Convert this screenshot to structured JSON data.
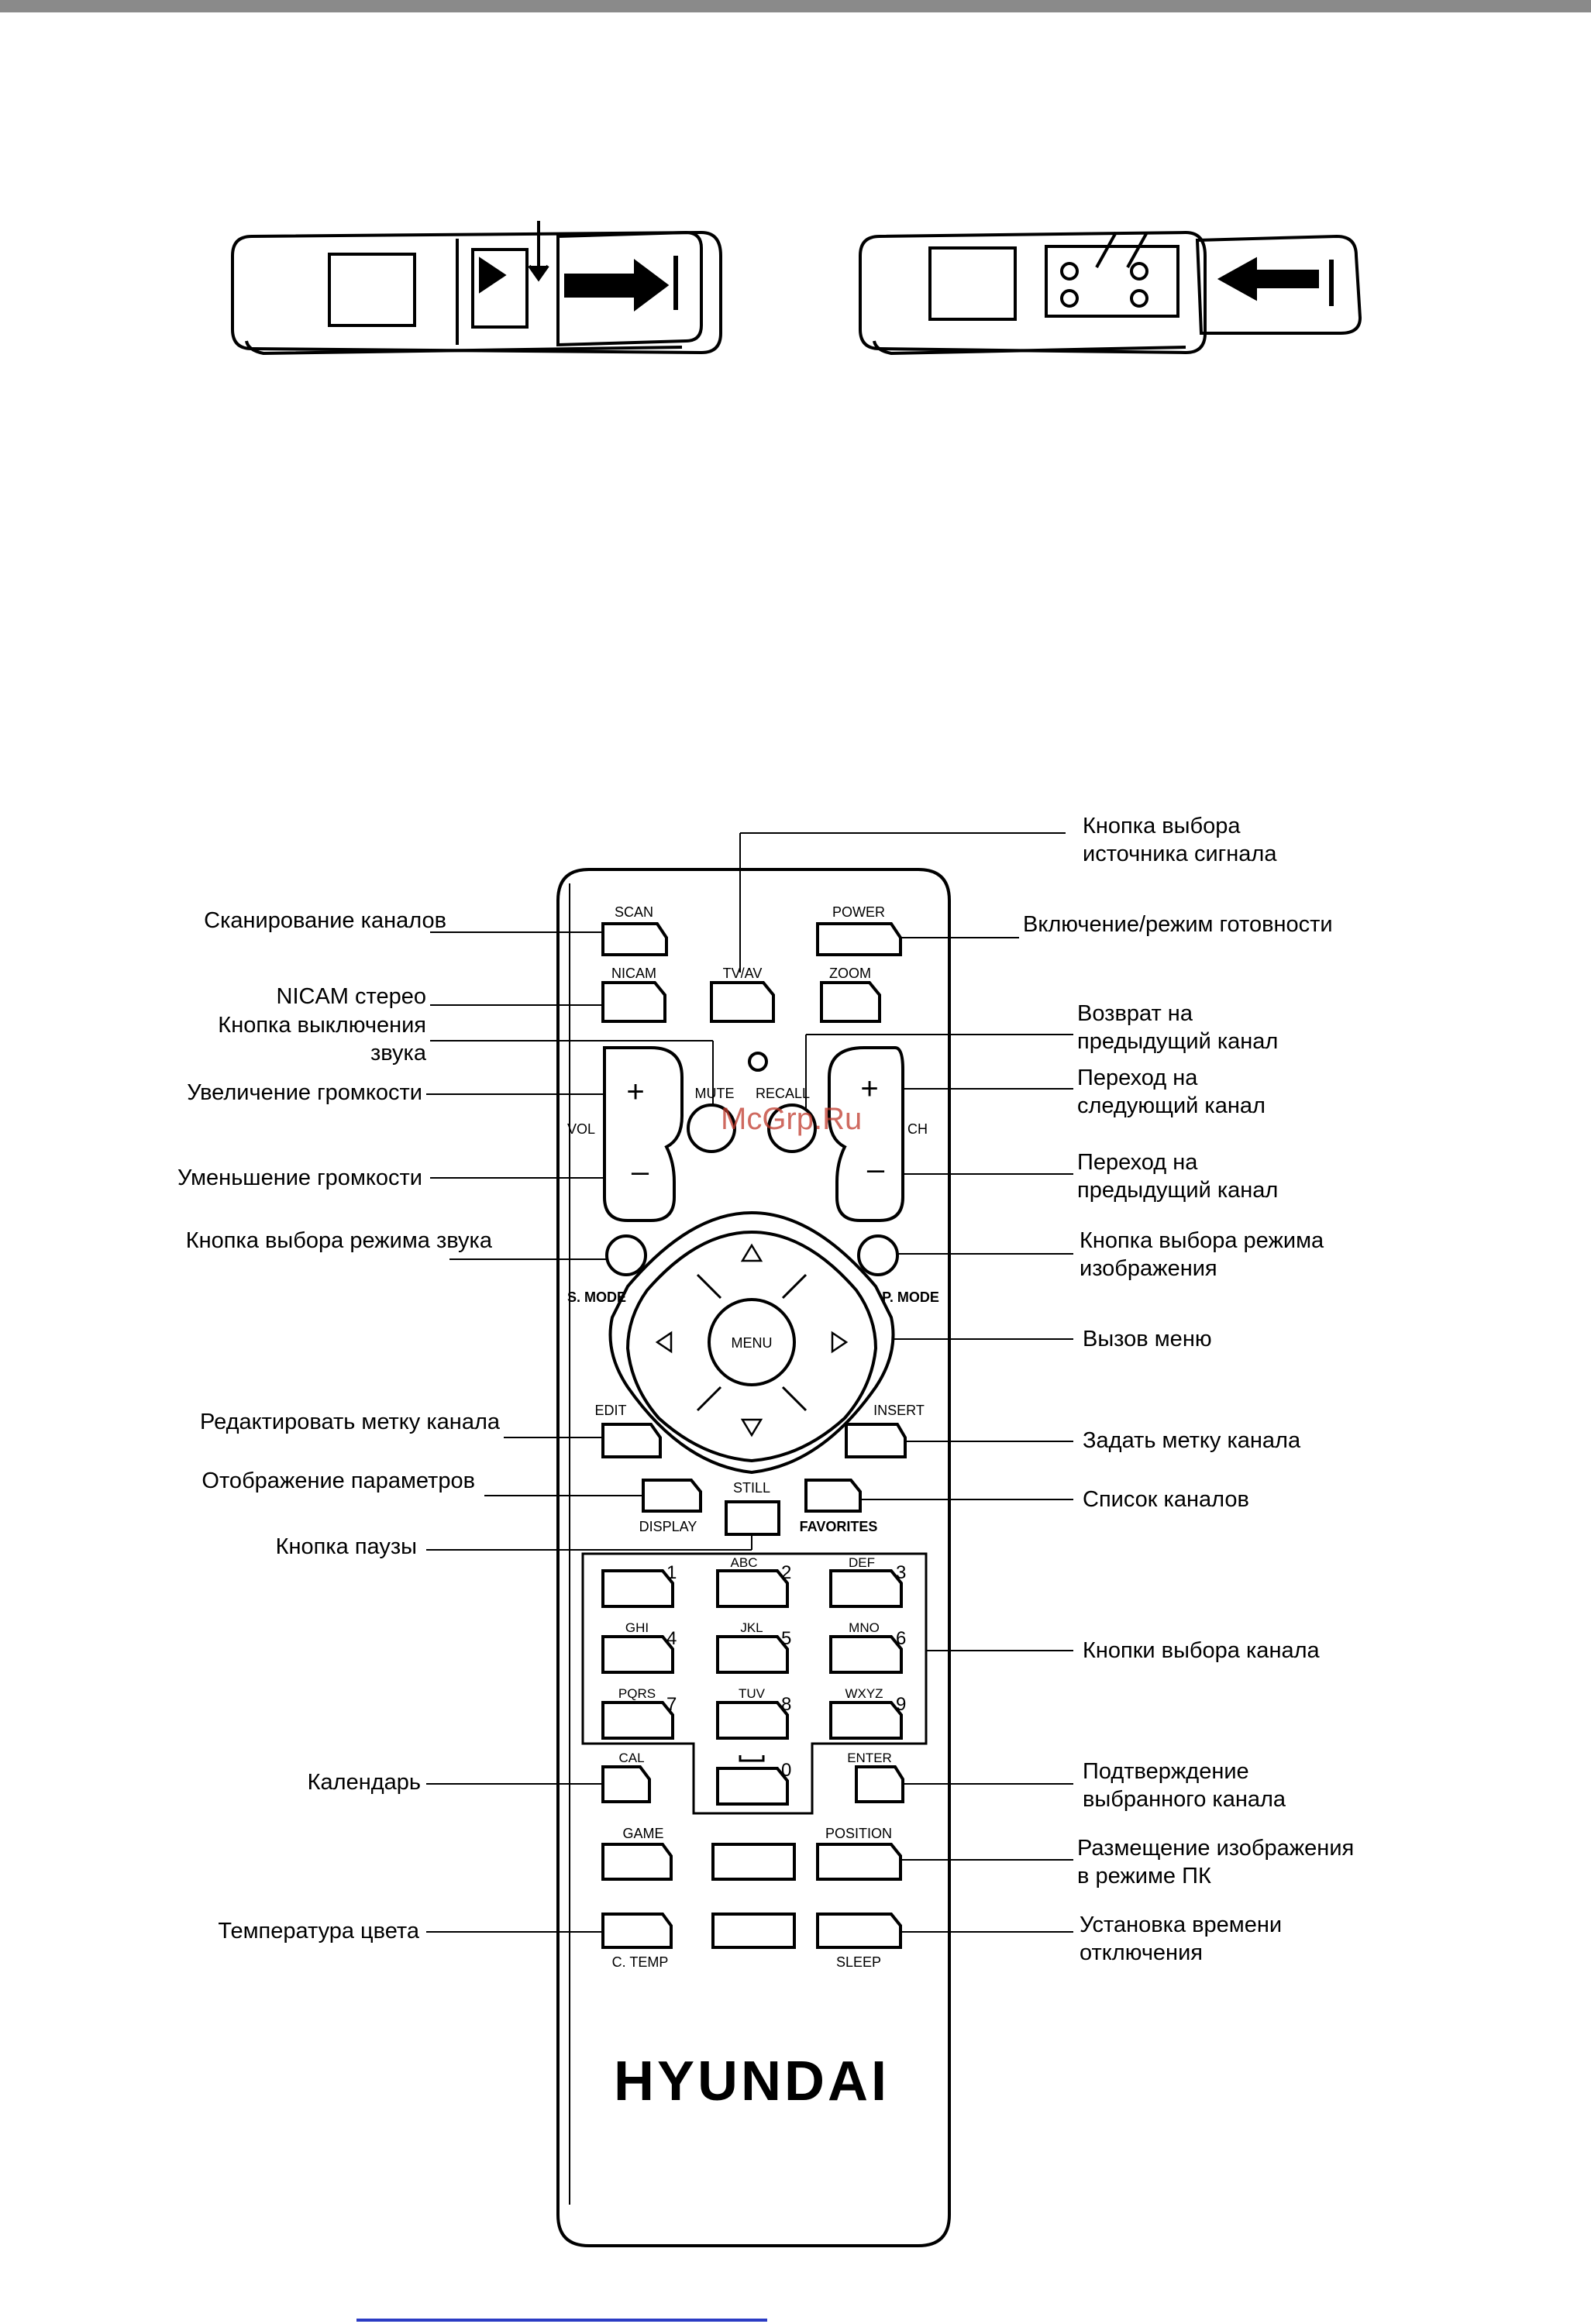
{
  "remote": {
    "buttons": {
      "scan": "SCAN",
      "tv_av": "TV/AV",
      "power": "POWER",
      "nicam": "NICAM",
      "zoom": "ZOOM",
      "mute": "MUTE",
      "recall": "RECALL",
      "vol": "VOL",
      "ch": "CH",
      "plus": "+",
      "minus": "–",
      "s_mode": "S. MODE",
      "p_mode": "P. MODE",
      "menu": "MENU",
      "edit": "EDIT",
      "insert": "INSERT",
      "display": "DISPLAY",
      "still": "STILL",
      "favorites": "FAVORITES",
      "abc": "ABC",
      "def": "DEF",
      "ghi": "GHI",
      "jkl": "JKL",
      "mno": "MNO",
      "pqrs": "PQRS",
      "tuv": "TUV",
      "wxyz": "WXYZ",
      "cal": "CAL",
      "enter": "ENTER",
      "game": "GAME",
      "position": "POSITION",
      "c_temp": "C. TEMP",
      "sleep": "SLEEP"
    },
    "digits": [
      "1",
      "2",
      "3",
      "4",
      "5",
      "6",
      "7",
      "8",
      "9",
      "0"
    ],
    "brand": "HYUNDAI"
  },
  "labels": {
    "source": "Кнопка выбора\nисточника сигнала",
    "scan": "Сканирование каналов",
    "power": "Включение/режим готовности",
    "nicam": "NICAM стерео",
    "mute": "Кнопка выключения\nзвука",
    "recall": "Возврат на\nпредыдущий канал",
    "vol_up": "Увеличение громкости",
    "ch_up": "Переход на\nследующий канал",
    "vol_down": "Уменьшение громкости",
    "ch_down": "Переход на\nпредыдущий канал",
    "s_mode": "Кнопка выбора режима звука",
    "p_mode": "Кнопка выбора режима\nизображения",
    "menu": "Вызов меню",
    "edit": "Редактировать метку канала",
    "insert": "Задать метку канала",
    "display": "Отображение параметров",
    "favorites": "Список каналов",
    "still": "Кнопка паузы",
    "digits": "Кнопки выбора канала",
    "cal": "Календарь",
    "enter": "Подтверждение\nвыбранного канала",
    "position": "Размещение изображения\nв режиме ПК",
    "c_temp": "Температура цвета",
    "sleep": "Установка времени\nотключения"
  },
  "watermark": "McGrp.Ru"
}
